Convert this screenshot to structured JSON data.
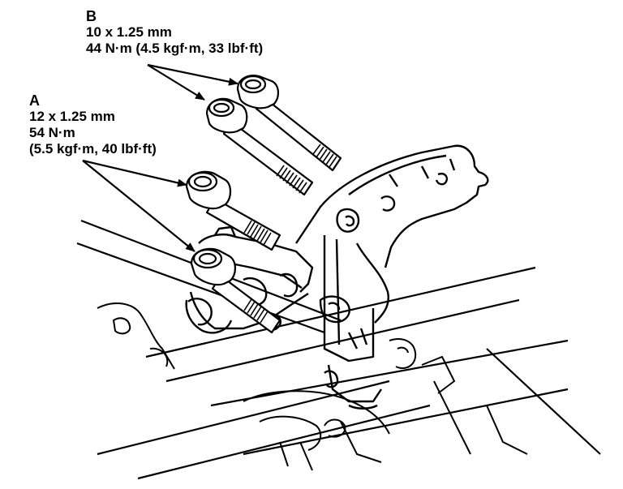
{
  "callouts": {
    "b": {
      "letter": "B",
      "size": "10 x 1.25 mm",
      "torque": "44 N·m (4.5 kgf·m, 33 lbf·ft)"
    },
    "a": {
      "letter": "A",
      "size": "12 x 1.25 mm",
      "torque": "54 N·m",
      "torque_alt": "(5.5 kgf·m, 40 lbf·ft)"
    }
  },
  "colors": {
    "ink": "#000000",
    "paper": "#ffffff"
  }
}
